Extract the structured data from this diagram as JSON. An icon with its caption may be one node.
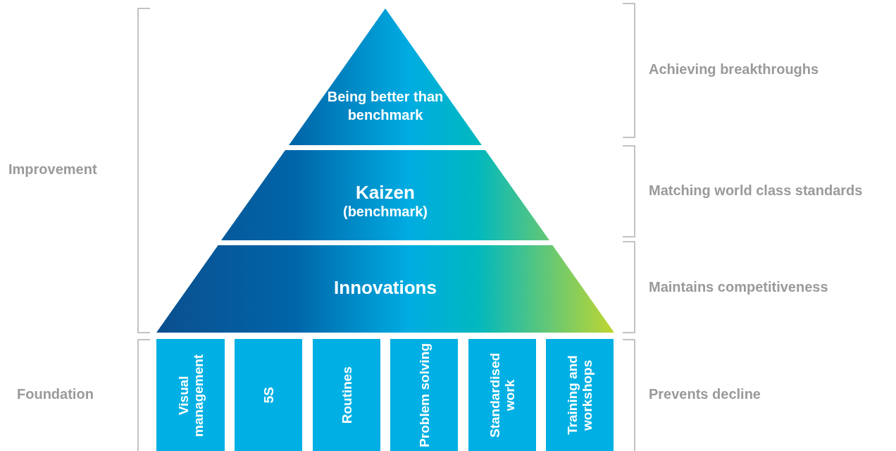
{
  "diagram": {
    "nodes": [
      {
        "text": [
          "Being better than benchmark"
        ]
      },
      {
        "text": [
          "Kaizen",
          "(benchmark)"
        ]
      },
      {
        "text": [
          "Innovations"
        ]
      },
      {
        "text": [
          "Visual management"
        ]
      },
      {
        "text": [
          "5S"
        ]
      },
      {
        "text": [
          "Routines"
        ]
      },
      {
        "text": [
          "Problem solving"
        ]
      },
      {
        "text": [
          "Standardised work"
        ]
      },
      {
        "text": [
          "Training and workshops"
        ]
      }
    ],
    "labels": [
      "Achieving breakthroughs",
      "Improvement",
      "Matching world class standards",
      "Maintains competitiveness",
      "Foundation",
      "Prevents decline"
    ]
  }
}
